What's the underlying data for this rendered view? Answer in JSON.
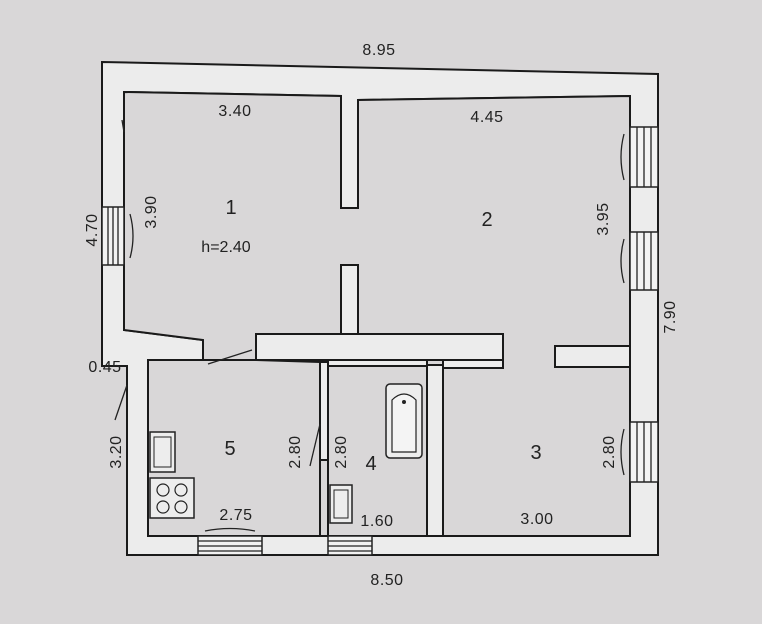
{
  "dimensions": {
    "overall_width_top": "8.95",
    "overall_width_bottom": "8.50",
    "left_height": "4.70",
    "right_height": "7.90",
    "left_small": "0.45",
    "room1_width": "3.40",
    "room1_height": "3.90",
    "room2_width": "4.45",
    "room2_height": "3.95",
    "room3_width": "3.00",
    "room3_height": "2.80",
    "room4_width": "1.60",
    "room4_height": "2.80",
    "room5_width": "2.75",
    "room5_height": "3.20",
    "room5_inner_height": "2.80"
  },
  "rooms": {
    "r1": "1",
    "r1_height_note": "h=2.40",
    "r2": "2",
    "r3": "3",
    "r4": "4",
    "r5": "5"
  },
  "colors": {
    "background": "#d9d7d8",
    "walls": "#1a1a1a"
  }
}
